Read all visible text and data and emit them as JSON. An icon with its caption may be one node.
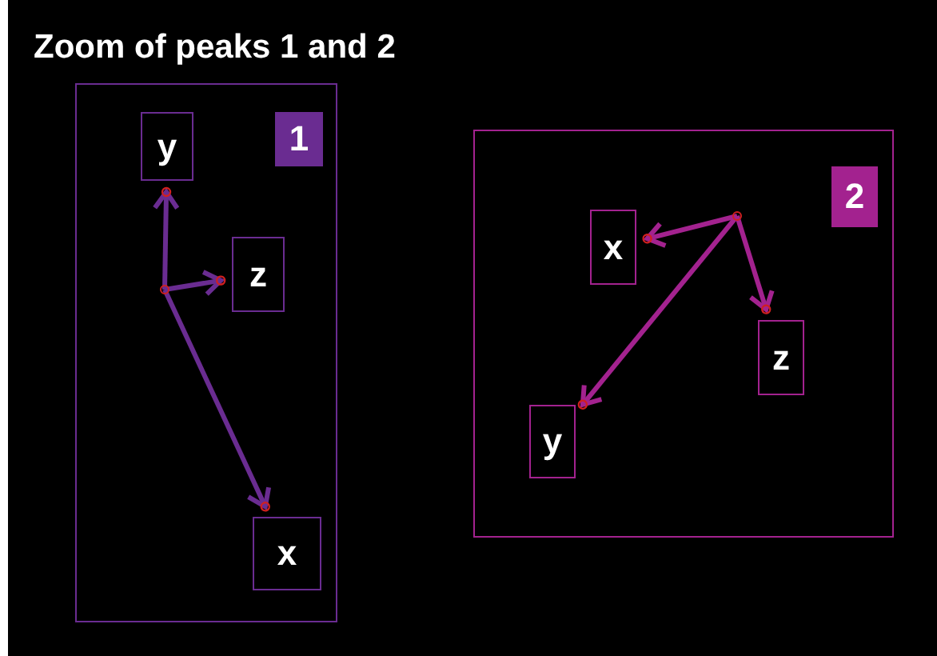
{
  "diagram": {
    "title": "Zoom of peaks 1 and 2",
    "nodes": [
      {
        "text": [],
        "shape": "box"
      },
      {
        "text": [
          "1"
        ],
        "in": 0
      },
      {
        "text": [
          "y"
        ],
        "in": 0
      },
      {
        "text": [
          "z"
        ],
        "in": 0
      },
      {
        "text": [
          "x"
        ],
        "in": 0
      },
      {
        "text": [],
        "shape": "circle",
        "in": 0
      },
      {
        "text": [],
        "shape": "box"
      },
      {
        "text": [
          "2"
        ],
        "in": 6
      },
      {
        "text": [
          "x"
        ],
        "in": 6
      },
      {
        "text": [
          "z"
        ],
        "in": 6
      },
      {
        "text": [
          "y"
        ],
        "in": 6
      },
      {
        "text": [],
        "shape": "circle",
        "in": 6
      }
    ],
    "edges": [
      {
        "from": 5,
        "to": 2,
        "arrow": "to",
        "color": "#6a2c91"
      },
      {
        "from": 5,
        "to": 3,
        "arrow": "to",
        "color": "#6a2c91"
      },
      {
        "from": 5,
        "to": 4,
        "arrow": "to",
        "color": "#6a2c91"
      },
      {
        "from": 11,
        "to": 8,
        "arrow": "to",
        "color": "#a3228f"
      },
      {
        "from": 11,
        "to": 9,
        "arrow": "to",
        "color": "#a3228f"
      },
      {
        "from": 11,
        "to": 10,
        "arrow": "to",
        "color": "#a3228f"
      }
    ]
  }
}
